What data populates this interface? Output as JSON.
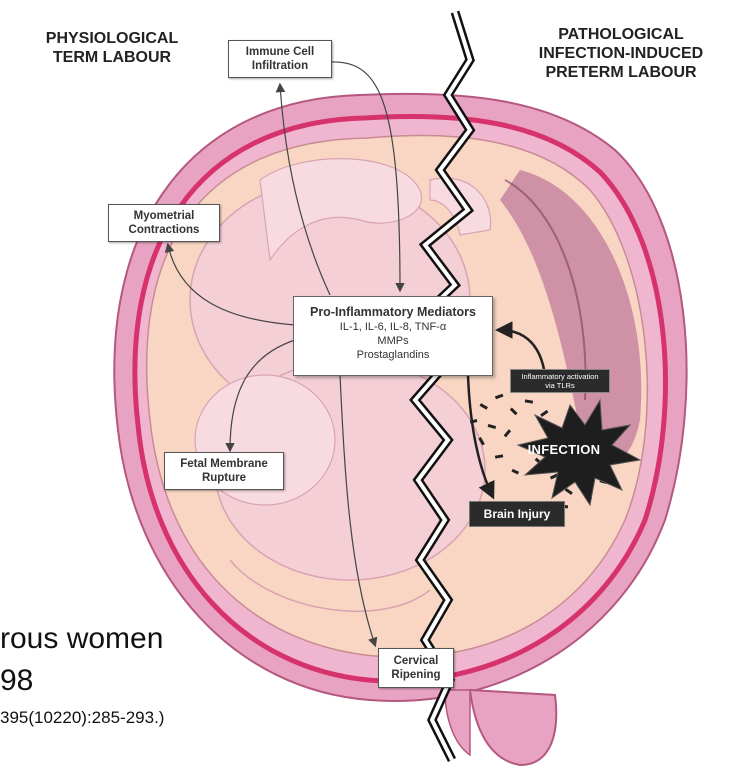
{
  "headings": {
    "left": [
      "PHYSIOLOGICAL",
      "TERM LABOUR"
    ],
    "right": [
      "PATHOLOGICAL",
      "INFECTION-INDUCED",
      "PRETERM LABOUR"
    ]
  },
  "boxes": {
    "immune": [
      "Immune Cell",
      "Infiltration"
    ],
    "myometrial": [
      "Myometrial",
      "Contractions"
    ],
    "membrane": [
      "Fetal Membrane",
      "Rupture"
    ],
    "cervical": [
      "Cervical",
      "Ripening"
    ]
  },
  "mediators": {
    "title": "Pro-Inflammatory Mediators",
    "lines": [
      "IL-1, IL-6, IL-8, TNF-α",
      "MMPs",
      "Prostaglandins"
    ]
  },
  "inflammatory": [
    "Inflammatory activation",
    "via TLRs"
  ],
  "infection_label": "INFECTION",
  "brain_injury": "Brain Injury",
  "bottom_text": {
    "line1": "rous women",
    "line2": "98",
    "line3": "395(10220):285-293.)"
  },
  "colors": {
    "uterus_outer": "#e8a3c3",
    "uterus_line": "#d6336c",
    "amniotic": "#f9d6c3",
    "fetus": "#f4cfd6",
    "infection_burst": "#1e1e1e",
    "dark_label": "#2b2b2b"
  },
  "icons": [
    "infection-burst-icon",
    "bacteria-cluster-icon",
    "zigzag-divider-icon"
  ]
}
